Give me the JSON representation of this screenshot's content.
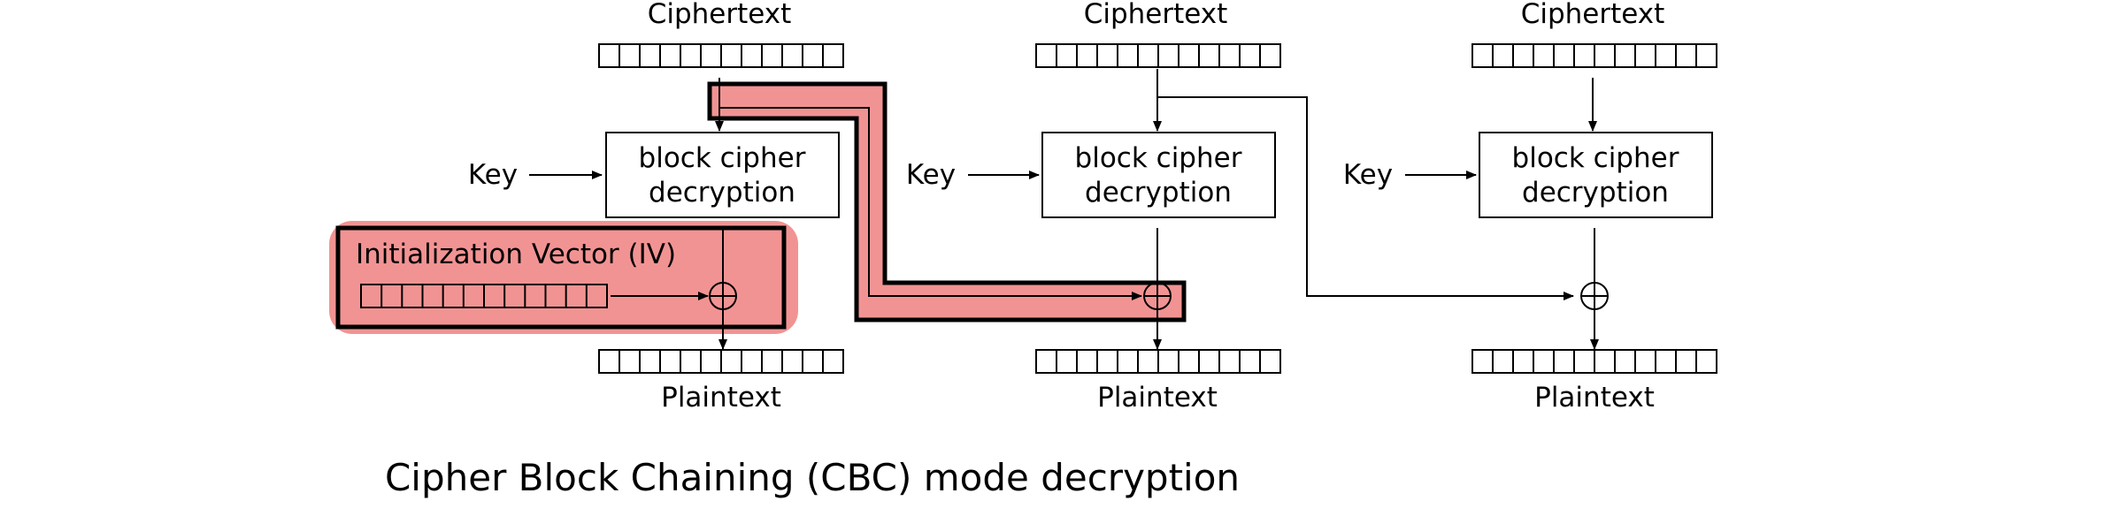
{
  "diagram": {
    "title": "Cipher Block Chaining (CBC) mode decryption",
    "iv_label": "Initialization Vector (IV)",
    "highlight_color": "#f08080",
    "stages": [
      {
        "ciphertext_label": "Ciphertext",
        "key_label": "Key",
        "cipher_line1": "block cipher",
        "cipher_line2": "decryption",
        "plaintext_label": "Plaintext"
      },
      {
        "ciphertext_label": "Ciphertext",
        "key_label": "Key",
        "cipher_line1": "block cipher",
        "cipher_line2": "decryption",
        "plaintext_label": "Plaintext"
      },
      {
        "ciphertext_label": "Ciphertext",
        "key_label": "Key",
        "cipher_line1": "block cipher",
        "cipher_line2": "decryption",
        "plaintext_label": "Plaintext"
      }
    ]
  }
}
